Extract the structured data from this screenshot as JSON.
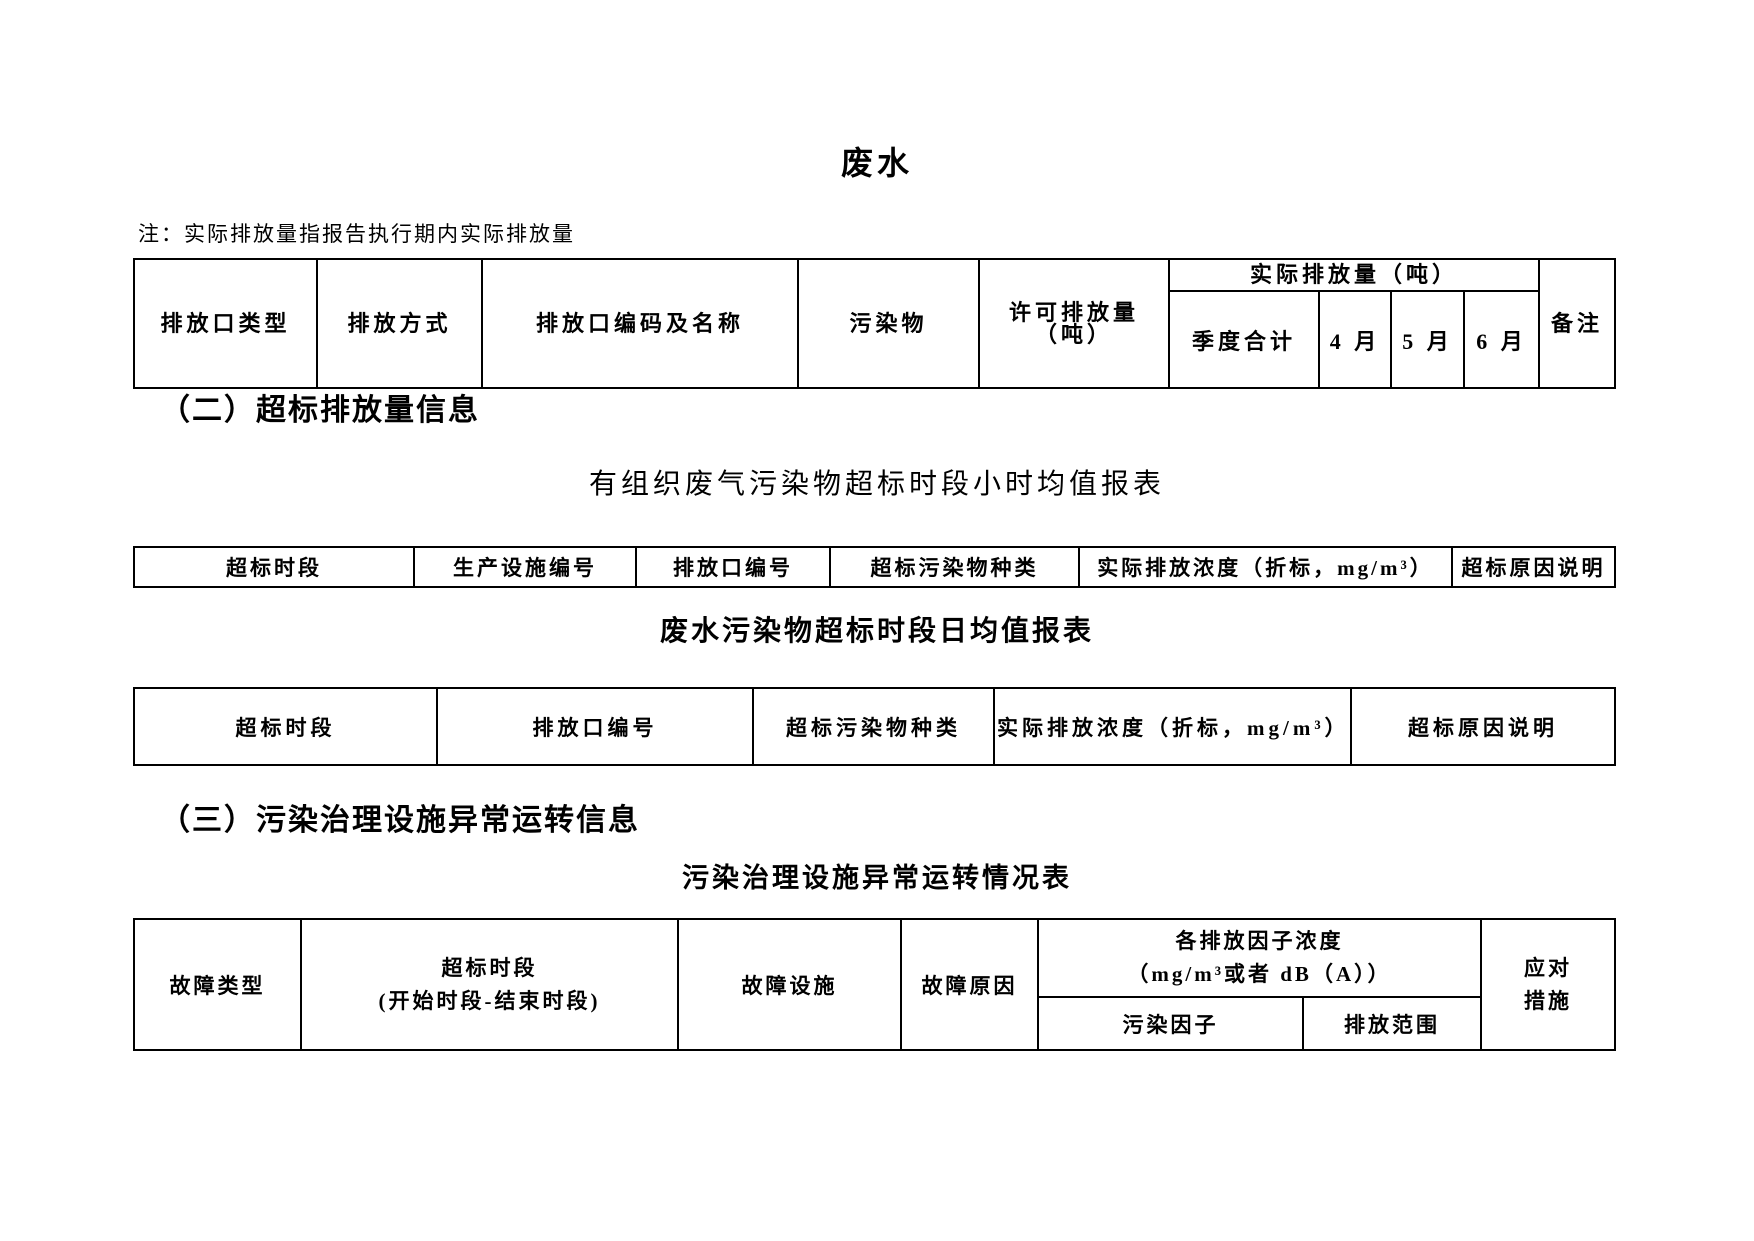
{
  "page": {
    "title": "废水",
    "note": "注：实际排放量指报告执行期内实际排放量"
  },
  "sections": {
    "s2_heading": "（二）超标排放量信息",
    "s3_heading": "（三）污染治理设施异常运转信息"
  },
  "emission_table": {
    "col_outlet_type": "排放口类型",
    "col_discharge_mode": "排放方式",
    "col_outlet_code_name": "排放口编码及名称",
    "col_pollutant": "污染物",
    "col_permitted_amount": "许可排放量（吨）",
    "group_actual_amount": "实际排放量（吨）",
    "col_quarter_total": "季度合计",
    "col_april": "4 月",
    "col_may": "5 月",
    "col_june": "6 月",
    "col_remark": "备注"
  },
  "hourly_table": {
    "title": "有组织废气污染物超标时段小时均值报表",
    "col_exceed_period": "超标时段",
    "col_facility_code": "生产设施编号",
    "col_outlet_code": "排放口编号",
    "col_pollutant_type": "超标污染物种类",
    "col_actual_concentration": "实际排放浓度（折标，mg/m³）",
    "col_reason": "超标原因说明"
  },
  "daily_table": {
    "title": "废水污染物超标时段日均值报表",
    "col_exceed_period": "超标时段",
    "col_outlet_code": "排放口编号",
    "col_pollutant_type": "超标污染物种类",
    "col_actual_concentration": "实际排放浓度（折标，mg/m³）",
    "col_reason": "超标原因说明"
  },
  "abnormal_table": {
    "title": "污染治理设施异常运转情况表",
    "col_fault_type": "故障类型",
    "col_exceed_period_line1": "超标时段",
    "col_exceed_period_line2": "(开始时段-结束时段)",
    "col_fault_facility": "故障设施",
    "col_fault_reason": "故障原因",
    "group_factor_line1": "各排放因子浓度",
    "group_factor_line2": "（mg/m³或者 dB（A））",
    "col_pollution_factor": "污染因子",
    "col_discharge_range": "排放范围",
    "col_response_line1": "应对",
    "col_response_line2": "措施"
  }
}
